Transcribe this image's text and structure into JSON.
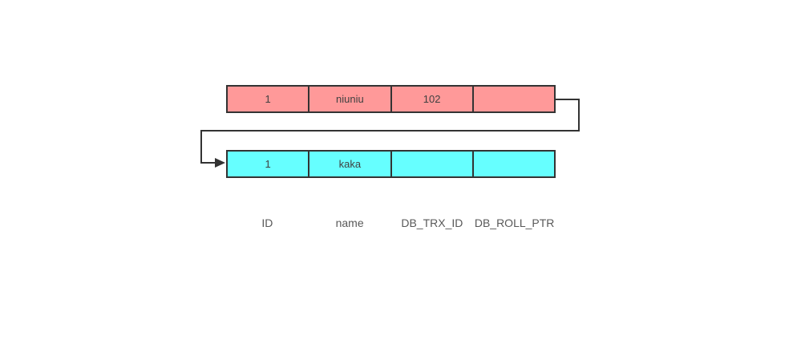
{
  "diagram": {
    "rows": [
      {
        "name": "current-record-row",
        "fill": "#ff9999",
        "cells": [
          "1",
          "niuniu",
          "102",
          ""
        ]
      },
      {
        "name": "undo-log-record-row",
        "fill": "#66ffff",
        "cells": [
          "1",
          "kaka",
          "",
          ""
        ]
      }
    ],
    "column_labels": [
      "ID",
      "name",
      "DB_TRX_ID",
      "DB_ROLL_PTR"
    ]
  },
  "colors": {
    "border": "#333333",
    "connector": "#333333",
    "cell_text": "#404040",
    "label_text": "#595959",
    "background": "#ffffff"
  }
}
